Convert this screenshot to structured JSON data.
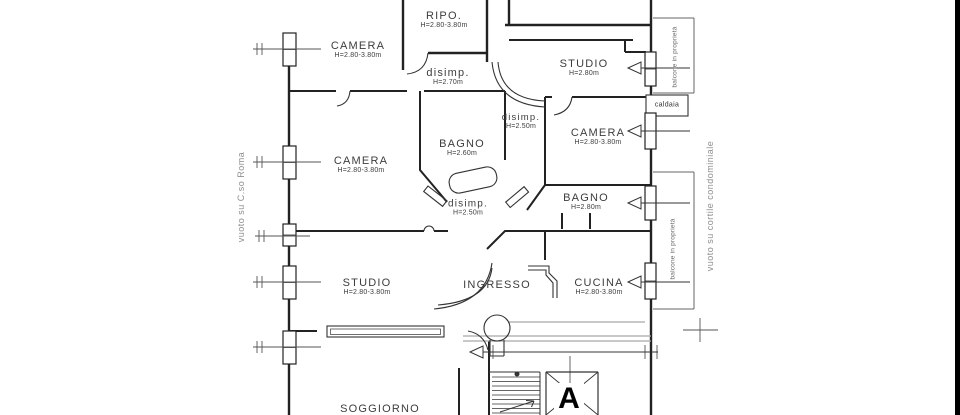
{
  "rooms": [
    {
      "name": "CAMERA",
      "height": "H=2.80-3.80m"
    },
    {
      "name": "RIPO.",
      "height": "H=2.80-3.80m"
    },
    {
      "name": "disimp.",
      "height": "H=2.70m"
    },
    {
      "name": "STUDIO",
      "height": "H=2.80m"
    },
    {
      "name": "BAGNO",
      "height": "H=2.60m"
    },
    {
      "name": "disimp.",
      "height": "H=2.50m"
    },
    {
      "name": "CAMERA",
      "height": "H=2.80-3.80m"
    },
    {
      "name": "CAMERA",
      "height": "H=2.80-3.80m"
    },
    {
      "name": "disimp.",
      "height": "H=2.50m"
    },
    {
      "name": "BAGNO",
      "height": "H=2.80m"
    },
    {
      "name": "STUDIO",
      "height": "H=2.80-3.80m"
    },
    {
      "name": "INGRESSO",
      "height": ""
    },
    {
      "name": "CUCINA",
      "height": "H=2.80-3.80m"
    },
    {
      "name": "SOGGIORNO",
      "height": ""
    }
  ],
  "annotations": {
    "caldaia": "caldaia",
    "stair_label": "A",
    "left_void": "vuoto su C.so Roma",
    "balcony_top": "balcone in proprietà",
    "balcony_mid": "balcone in proprietà",
    "right_void": "vuoto su cortile condominiale"
  },
  "colors": {
    "wall_line": "#222222",
    "gray_text": "#8f8f8f",
    "terrace_line": "#a8a8a8",
    "background": "#ffffff",
    "edge_bar": "#000000"
  }
}
